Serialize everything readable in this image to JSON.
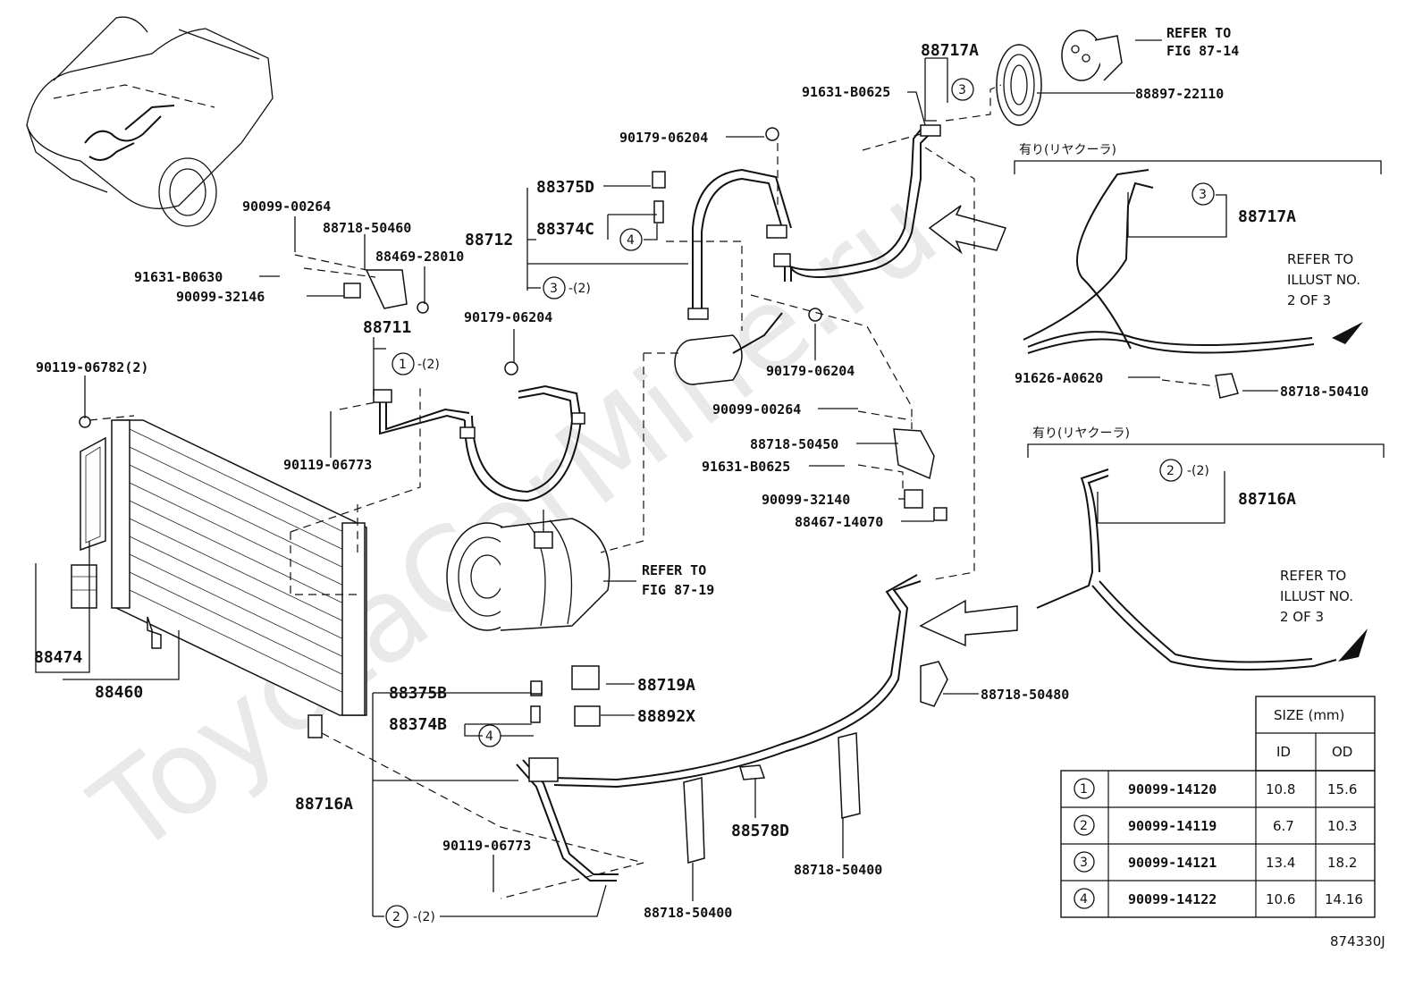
{
  "watermark": "ToyotaCarMine.ru",
  "figure_id": "874330J",
  "part_labels": {
    "p88717A_top": "88717A",
    "p91631_B0625_top": "91631-B0625",
    "p90179_06204_top": "90179-06204",
    "p88897_22110": "88897-22110",
    "p88375D": "88375D",
    "p88374C": "88374C",
    "p88712": "88712",
    "p90099_00264_left": "90099-00264",
    "p88718_50460": "88718-50460",
    "p88469_28010": "88469-28010",
    "p91631_B0630": "91631-B0630",
    "p90099_32146": "90099-32146",
    "p88711": "88711",
    "p90179_06204_mid": "90179-06204",
    "p90179_06204_right": "90179-06204",
    "p90119_06782": "90119-06782(2)",
    "p90119_06773_a": "90119-06773",
    "p90099_00264_right": "90099-00264",
    "p88718_50450": "88718-50450",
    "p91631_B0625_right": "91631-B0625",
    "p90099_32140": "90099-32140",
    "p88467_14070": "88467-14070",
    "p88717A_right": "88717A",
    "p91626_A0620": "91626-A0620",
    "p88718_50410": "88718-50410",
    "p88716A_right": "88716A",
    "p88718_50480": "88718-50480",
    "p88474": "88474",
    "p88460": "88460",
    "p88375B": "88375B",
    "p88374B": "88374B",
    "p88719A": "88719A",
    "p88892X": "88892X",
    "p88716A_left": "88716A",
    "p90119_06773_b": "90119-06773",
    "p88578D": "88578D",
    "p88718_50400_a": "88718-50400",
    "p88718_50400_b": "88718-50400"
  },
  "callouts": {
    "c3_top": "3",
    "c4_mid": "4",
    "c3_mid": "3",
    "c3_mid_qty": "-(2)",
    "c1_mid": "1",
    "c1_mid_qty": "-(2)",
    "c3_right": "3",
    "c2_right": "2",
    "c2_right_qty": "-(2)",
    "c4_low": "4",
    "c2_low": "2",
    "c2_low_qty": "-(2)"
  },
  "references": {
    "fig_87_14_a": "REFER TO",
    "fig_87_14_b": "FIG 87-14",
    "fig_87_19_a": "REFER TO",
    "fig_87_19_b": "FIG 87-19",
    "illust_1_a": "REFER TO",
    "illust_1_b": "ILLUST NO.",
    "illust_1_c": "2 OF 3",
    "illust_2_a": "REFER TO",
    "illust_2_b": "ILLUST NO.",
    "illust_2_c": "2 OF 3"
  },
  "variant_notes": {
    "rear_cooler_1": "有り(リヤクーラ)",
    "rear_cooler_2": "有り(リヤクーラ)"
  },
  "size_table": {
    "header": "SIZE (mm)",
    "col_id": "ID",
    "col_od": "OD",
    "rows": [
      {
        "num": "1",
        "part": "90099-14120",
        "id": "10.8",
        "od": "15.6"
      },
      {
        "num": "2",
        "part": "90099-14119",
        "id": "6.7",
        "od": "10.3"
      },
      {
        "num": "3",
        "part": "90099-14121",
        "id": "13.4",
        "od": "18.2"
      },
      {
        "num": "4",
        "part": "90099-14122",
        "id": "10.6",
        "od": "14.16"
      }
    ]
  }
}
